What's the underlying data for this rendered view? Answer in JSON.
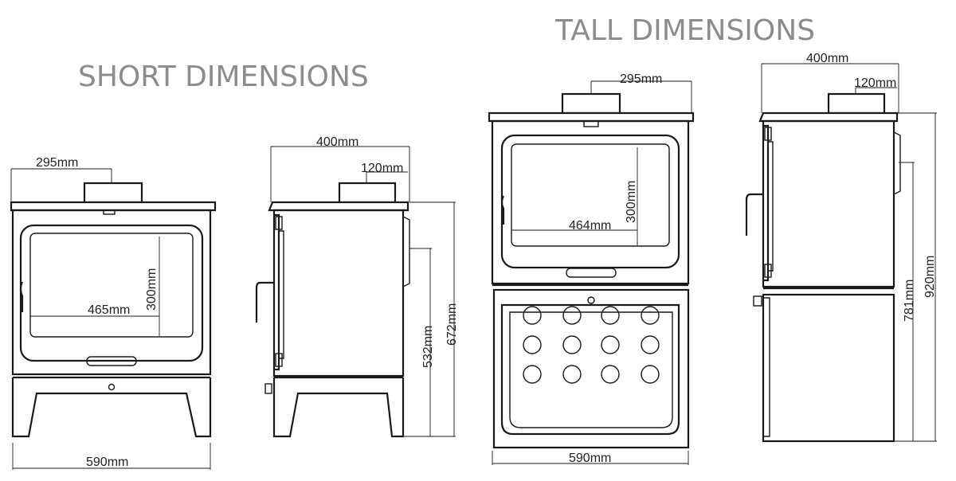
{
  "headings": {
    "short": "SHORT DIMENSIONS",
    "tall": "TALL DIMENSIONS"
  },
  "short_front": {
    "flue_width": "295mm",
    "glass_width": "465mm",
    "glass_height": "300mm",
    "overall_width": "590mm"
  },
  "short_side": {
    "depth": "400mm",
    "flue_offset": "120mm",
    "flue_centre_height": "532mm",
    "overall_height": "672mm"
  },
  "tall_front": {
    "flue_width": "295mm",
    "glass_width": "464mm",
    "glass_height": "300mm",
    "overall_width": "590mm"
  },
  "tall_side": {
    "depth": "400mm",
    "flue_offset": "120mm",
    "flue_centre_height": "781mm",
    "overall_height": "920mm"
  }
}
